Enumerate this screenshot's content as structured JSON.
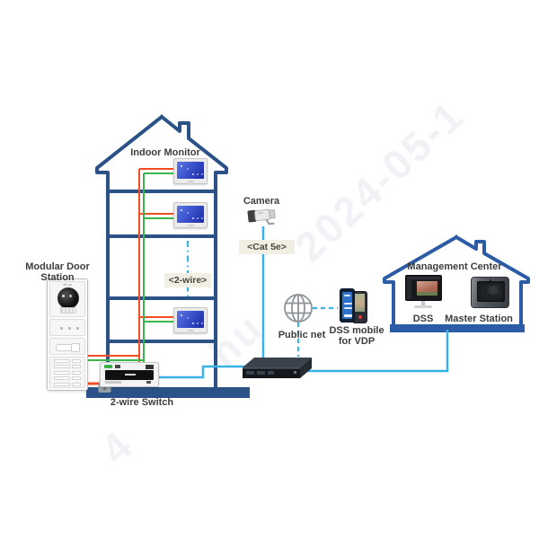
{
  "diagram": {
    "door_station_label": "Modular Door Station",
    "indoor_monitor_label": "Indoor Monitor",
    "two_wire_tag": "<2-wire>",
    "camera_label": "Camera",
    "cat5e_tag": "<Cat 5e>",
    "two_wire_switch_label": "2-wire Switch",
    "public_net_label": "Public net",
    "dss_mobile_line1": "DSS mobile",
    "dss_mobile_line2": "for VDP",
    "management_center_label": "Management Center",
    "dss_label": "DSS",
    "master_station_label": "Master Station"
  },
  "watermark": {
    "date": "2024-05-1",
    "fragment1": "hu",
    "fragment2": "4"
  },
  "icons": {
    "globe": "globe-icon",
    "lock": "door-lock-icon",
    "camera": "bullet-camera-icon",
    "network_switch": "network-switch-icon",
    "smartphones": "smartphone-icons"
  },
  "colors": {
    "house_navy": "#2a5287",
    "mc_house_blue": "#2c5ca6",
    "wire_red": "#f04e23",
    "wire_green": "#3db54a",
    "cable_blue": "#38b3e8",
    "tag_bg": "#f1eee3"
  }
}
